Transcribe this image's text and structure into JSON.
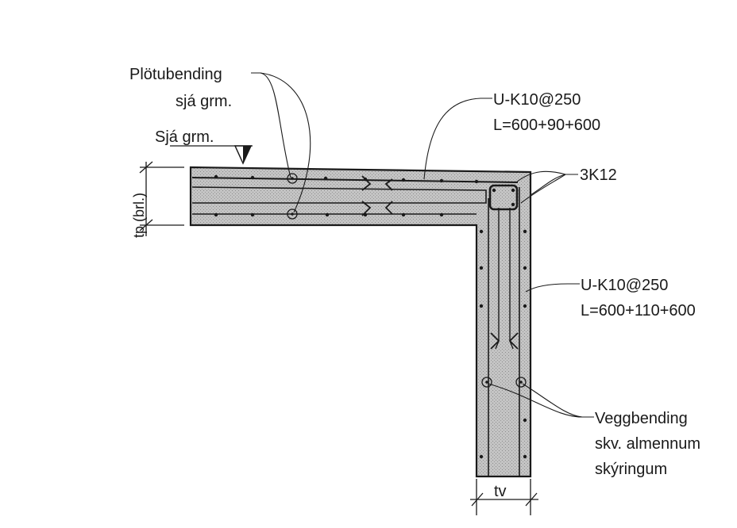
{
  "labels": {
    "plate_bending_line1": "Plötubending",
    "plate_bending_line2": "sjá grm.",
    "see_drawing": "Sjá grm.",
    "plate_thickness": "tp (brl.)",
    "top_stirrup_line1": "U-K10@250",
    "top_stirrup_line2": "L=600+90+600",
    "corner_bars": "3K12",
    "wall_stirrup_line1": "U-K10@250",
    "wall_stirrup_line2": "L=600+110+600",
    "wall_bending_line1": "Veggbending",
    "wall_bending_line2": "skv. almennum",
    "wall_bending_line3": "skýringum",
    "wall_thickness": "tv"
  },
  "colors": {
    "ink": "#1a1a1a",
    "concrete_fill": "#b9b9b9"
  }
}
